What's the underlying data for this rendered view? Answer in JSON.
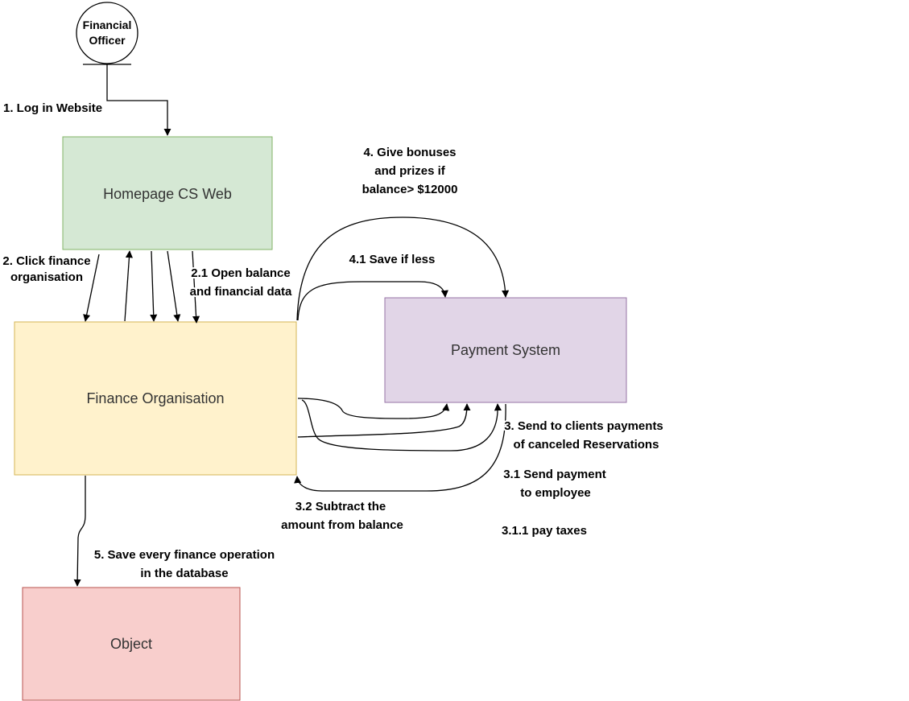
{
  "actor": {
    "line1": "Financial",
    "line2": "Officer"
  },
  "nodes": {
    "homepage": {
      "label": "Homepage CS Web",
      "fill": "#d5e8d4",
      "stroke": "#82b366"
    },
    "finance": {
      "label": "Finance Organisation",
      "fill": "#fff2cc",
      "stroke": "#d6b656"
    },
    "payment": {
      "label": "Payment System",
      "fill": "#e1d5e7",
      "stroke": "#9673a6"
    },
    "object": {
      "label": "Object",
      "fill": "#f8cecc",
      "stroke": "#b85450"
    }
  },
  "labels": {
    "login": "1. Log in Website",
    "click_finance": [
      "2. Click finance",
      "organisation"
    ],
    "open_balance": [
      "2.1 Open balance",
      "and financial data"
    ],
    "give_bonuses": [
      "4. Give bonuses",
      "and prizes if",
      "balance> $12000"
    ],
    "save_if_less": "4.1 Save if less",
    "send_clients": [
      "3. Send to clients payments",
      "of canceled Reservations"
    ],
    "send_employee": [
      "3.1 Send payment",
      "to employee"
    ],
    "pay_taxes": "3.1.1 pay taxes",
    "subtract": [
      "3.2 Subtract the",
      "amount from balance"
    ],
    "save_db": [
      "5. Save every finance operation",
      "in the database"
    ]
  }
}
